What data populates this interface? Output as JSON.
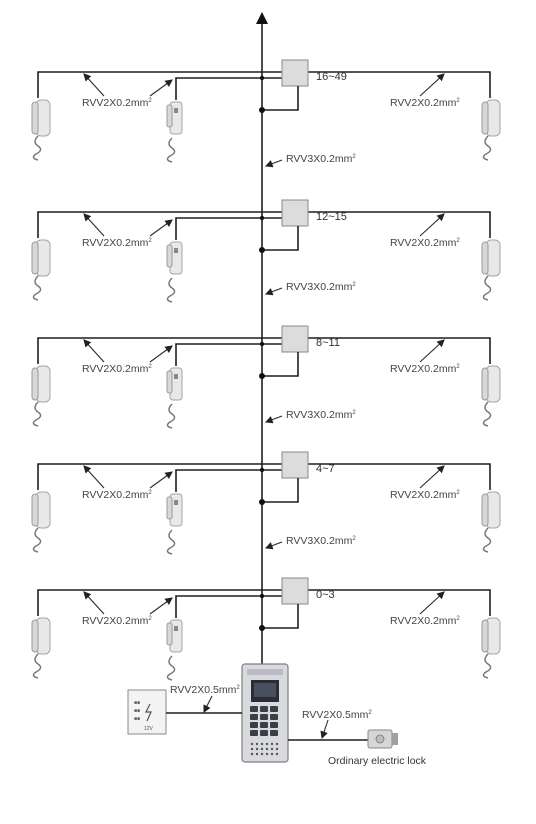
{
  "floors": [
    {
      "label": "16~49",
      "branch_cable": "RVV2X0.2mm",
      "branch_sup": "2"
    },
    {
      "label": "12~15",
      "branch_cable": "RVV2X0.2mm",
      "branch_sup": "2"
    },
    {
      "label": "8~11",
      "branch_cable": "RVV2X0.2mm",
      "branch_sup": "2"
    },
    {
      "label": "4~7",
      "branch_cable": "RVV2X0.2mm",
      "branch_sup": "2"
    },
    {
      "label": "0~3",
      "branch_cable": "RVV2X0.2mm",
      "branch_sup": "2"
    }
  ],
  "riser_cable": {
    "text": "RVV3X0.2mm",
    "sup": "2"
  },
  "bottom": {
    "power_cable": {
      "text": "RVV2X0.5mm",
      "sup": "2"
    },
    "lock_cable": {
      "text": "RVV2X0.5mm",
      "sup": "2"
    },
    "lock_label": "Ordinary electric lock"
  },
  "icons": {
    "arrow": "arrow-up-icon",
    "phone": "intercom-handset-icon",
    "panel": "door-entry-panel-icon",
    "power": "power-supply-icon",
    "lock": "electric-lock-icon"
  }
}
